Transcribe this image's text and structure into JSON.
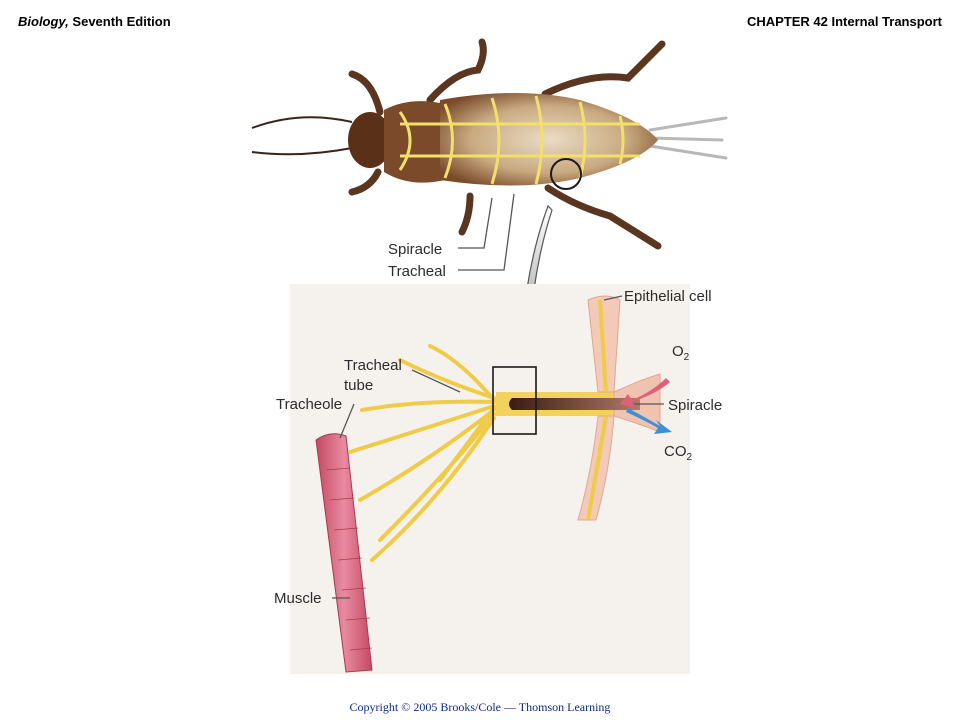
{
  "header": {
    "book_title": "Biology,",
    "edition": "Seventh Edition",
    "chapter": "CHAPTER 42 Internal Transport"
  },
  "diagram": {
    "labels": {
      "spiracle_top": "Spiracle",
      "tracheal_tube_top_1": "Tracheal",
      "tracheal_tube_top_2": "tube",
      "epithelial_cell": "Epithelial cell",
      "o2": "O",
      "o2_sub": "2",
      "spiracle_bottom": "Spiracle",
      "co2": "CO",
      "co2_sub": "2",
      "tracheal_tube_bottom_1": "Tracheal",
      "tracheal_tube_bottom_2": "tube",
      "tracheole": "Tracheole",
      "muscle": "Muscle"
    },
    "colors": {
      "insect_body": "#6b3f22",
      "trachea": "#f2d25c",
      "muscle": "#d9607a",
      "epithelium": "#f3c9b8",
      "o2_arrow": "#e0607a",
      "co2_arrow": "#3f8fd6"
    }
  },
  "footer": {
    "copyright": "Copyright © 2005 Brooks/Cole — Thomson Learning"
  }
}
